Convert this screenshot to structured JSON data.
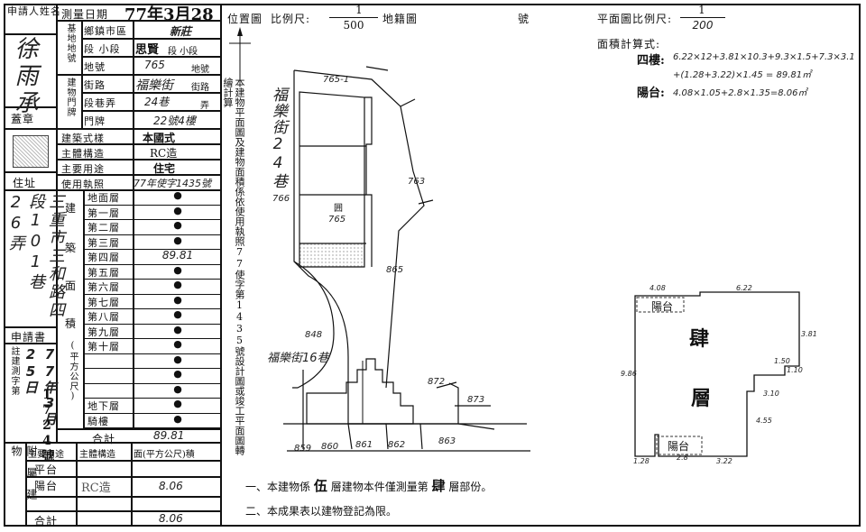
{
  "applicant": {
    "label": "申請人姓名",
    "name": "徐雨承",
    "seal_label": "蓋章",
    "address_label": "住址",
    "address": "三重市三和路四段101巷26弄"
  },
  "survey_date": {
    "label": "測量日期",
    "value": "77年3月28"
  },
  "application": {
    "label": "申請書",
    "number_label": "註建測字第",
    "date": "77年3月25日",
    "number": "1724號"
  },
  "parcel": {
    "group_label": "基地地號",
    "district_label": "鄉鎮市區",
    "district": "新莊",
    "section_label": "段 小段",
    "section": "思賢",
    "section_suffix": "段 小段",
    "lot_label": "地號",
    "lot": "765",
    "lot_suffix": "地號"
  },
  "house": {
    "group_label": "建物門牌",
    "street_label": "街路",
    "street": "福樂街",
    "street_suffix": "街路",
    "lane_label": "段巷弄",
    "lane": "24巷",
    "lane_suffix": "弄",
    "number_label": "門牌",
    "number": "22號4樓"
  },
  "building": {
    "style_label": "建築式樣",
    "style": "本國式",
    "structure_label": "主體構造",
    "structure": "RC造",
    "use_label": "主要用途",
    "use": "住宅",
    "permit_label": "使用執照",
    "permit": "77年使字1435號"
  },
  "floors": {
    "label_a": "建",
    "label_b": "築",
    "label_c": "面",
    "label_d": "積",
    "unit": "(平方公尺)",
    "rows": [
      {
        "name": "地面層",
        "value": "●"
      },
      {
        "name": "第一層",
        "value": "●"
      },
      {
        "name": "第二層",
        "value": "●"
      },
      {
        "name": "第三層",
        "value": "●"
      },
      {
        "name": "第四層",
        "value": "89.81"
      },
      {
        "name": "第五層",
        "value": "●"
      },
      {
        "name": "第六層",
        "value": "●"
      },
      {
        "name": "第七層",
        "value": "●"
      },
      {
        "name": "第八層",
        "value": "●"
      },
      {
        "name": "第九層",
        "value": "●"
      },
      {
        "name": "第十層",
        "value": "●"
      },
      {
        "name": "",
        "value": "●"
      },
      {
        "name": "",
        "value": "●"
      },
      {
        "name": "",
        "value": "●"
      },
      {
        "name": "地下層",
        "value": "●"
      },
      {
        "name": "騎樓",
        "value": "●"
      }
    ],
    "total_label": "合計",
    "total": "89.81"
  },
  "annex": {
    "label": "附屬建物",
    "use_header": "主要用途",
    "struct_header": "主體構造",
    "area_header": "面(平方公尺)積",
    "rows": [
      {
        "use": "平台",
        "struct": "",
        "area": ""
      },
      {
        "use": "陽台",
        "struct": "RC造",
        "area": "8.06"
      },
      {
        "use": "",
        "struct": "",
        "area": ""
      }
    ],
    "total_label": "合計",
    "total": "8.06"
  },
  "location_map": {
    "title": "位置圖",
    "scale_label": "比例尺:",
    "scale_num": "1",
    "scale_den": "500",
    "land_map_label": "地籍圖",
    "sheet_label": "號",
    "street_top": "福樂街24巷",
    "street_bottom": "福樂街16巷",
    "lots": [
      "765-1",
      "766",
      "765",
      "763",
      "865",
      "848",
      "872",
      "873",
      "859",
      "860",
      "861",
      "862",
      "863"
    ],
    "bldg_mark": "囲"
  },
  "vertical_note": "本建物平面圖及建物面積係依使用執照77使字第1435號設計圖或竣工平面圖轉繪計算",
  "plan": {
    "scale_label": "平面圖比例尺:",
    "scale_num": "1",
    "scale_den": "200",
    "calc_label": "面積計算式:",
    "floor_label": "四樓:",
    "floor_formula_1": "6.22×12+3.81×10.3+9.3×1.5+7.3×3.1",
    "floor_formula_2": "+(1.28+3.22)×1.45 = 89.81㎡",
    "balcony_label": "陽台:",
    "balcony_formula": "4.08×1.05+2.8×1.35=8.06㎡",
    "balcony_top": "陽台",
    "balcony_bottom": "陽台",
    "floor_char_1": "肆",
    "floor_char_2": "層",
    "dims": [
      "4.08",
      "6.22",
      "3.81",
      "1.50",
      "1.10",
      "3.10",
      "9.86",
      "4.55",
      "1.28",
      "2.8",
      "3.22"
    ]
  },
  "notes": {
    "note1_prefix": "一、本建物係",
    "note1_floors": "伍",
    "note1_mid": "層建物本件僅測量第",
    "note1_floor": "肆",
    "note1_suffix": "層部份。",
    "note2": "二、本成果表以建物登記為限。"
  }
}
